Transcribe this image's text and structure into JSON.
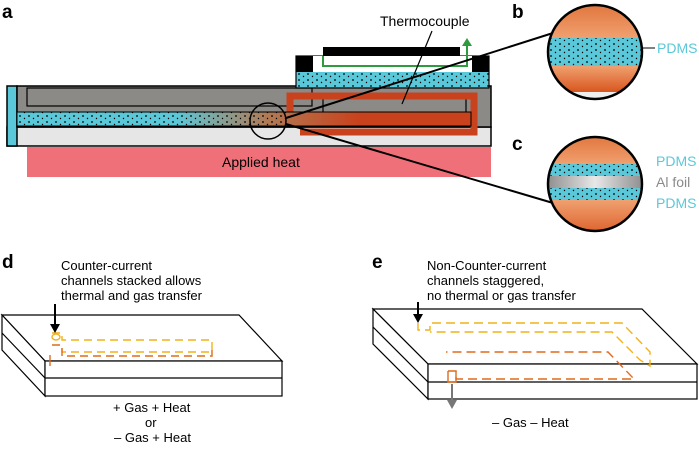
{
  "panels": {
    "a": {
      "label": "a",
      "thermocouple_label": "Thermocouple",
      "applied_heat_label": "Applied heat"
    },
    "b": {
      "label": "b",
      "material_label": "PDMS"
    },
    "c": {
      "label": "c",
      "top_label": "PDMS",
      "middle_label": "Al foil",
      "bottom_label": "PDMS"
    },
    "d": {
      "label": "d",
      "caption_lines": [
        "Counter-current",
        "channels stacked allows",
        "thermal and gas transfer"
      ],
      "result_lines": [
        "+ Gas + Heat",
        "or",
        "– Gas + Heat"
      ]
    },
    "e": {
      "label": "e",
      "caption_lines": [
        "Non-Counter-current",
        "channels staggered,",
        "no thermal or gas transfer"
      ],
      "result_lines": [
        "– Gas – Heat"
      ]
    }
  },
  "colors": {
    "pdms_cyan": "#5bc8d9",
    "heat_pink": "#f0707a",
    "channel_red": "#c8431d",
    "channel_orange": "#e07a3a",
    "flow_arrow_green": "#2e9b3e",
    "gas_yellow": "#f2b21b",
    "gas_orange": "#e06a1f",
    "frame_grey": "#8c8a87",
    "al_foil_grey": "#9a9a9a"
  },
  "icons": {
    "flow_arrow": "green-arrow-up",
    "inlet_arrow": "black-arrow-down",
    "outlet_arrow": "grey-arrow-down"
  }
}
